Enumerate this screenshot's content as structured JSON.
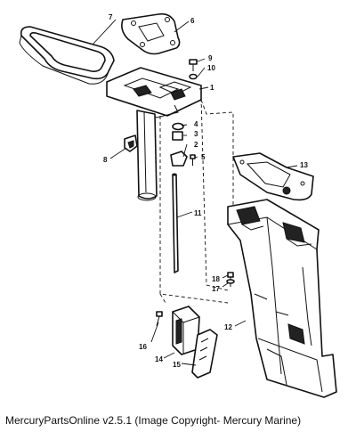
{
  "caption": "MercuryPartsOnline v2.5.1 (Image Copyright- Mercury Marine)",
  "callouts": {
    "c1": "1",
    "c2": "2",
    "c3": "3",
    "c4": "4",
    "c5": "5",
    "c6": "6",
    "c7": "7",
    "c8": "8",
    "c9": "9",
    "c10": "10",
    "c11": "11",
    "c12": "12",
    "c13": "13",
    "c14": "14",
    "c15": "15",
    "c16": "16",
    "c17": "17",
    "c18": "18"
  }
}
